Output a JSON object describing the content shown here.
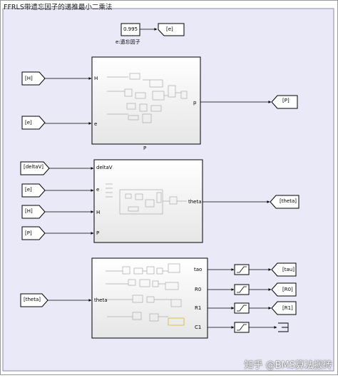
{
  "title": "FFRLS带遗忘因子的递推最小二乘法",
  "constant_block": {
    "value": "0.995",
    "caption": "e:遗忘因子",
    "goto_tag": "[e]"
  },
  "subsystem_p": {
    "name": "P",
    "inputs": [
      {
        "from_tag": "[H]",
        "port": "H"
      },
      {
        "from_tag": "[e]",
        "port": "e"
      }
    ],
    "output": {
      "port": "p",
      "goto_tag": "[P]"
    }
  },
  "subsystem_theta": {
    "inputs": [
      {
        "from_tag": "[deltaV]",
        "port": "deltaV"
      },
      {
        "from_tag": "[e]",
        "port": "e"
      },
      {
        "from_tag": "[H]",
        "port": "H"
      },
      {
        "from_tag": "[P]",
        "port": "P"
      }
    ],
    "output": {
      "port": "theta",
      "goto_tag": "[theta]"
    }
  },
  "subsystem_params": {
    "input": {
      "from_tag": "[theta]",
      "port": "theta"
    },
    "outputs": [
      {
        "port": "tao",
        "goto_tag": "[tau]"
      },
      {
        "port": "R0",
        "goto_tag": "[R0]"
      },
      {
        "port": "R1",
        "goto_tag": "[R1]"
      },
      {
        "port": "C1",
        "goto_tag": ""
      }
    ]
  },
  "watermark": "知乎 @BMS算法搬砖"
}
